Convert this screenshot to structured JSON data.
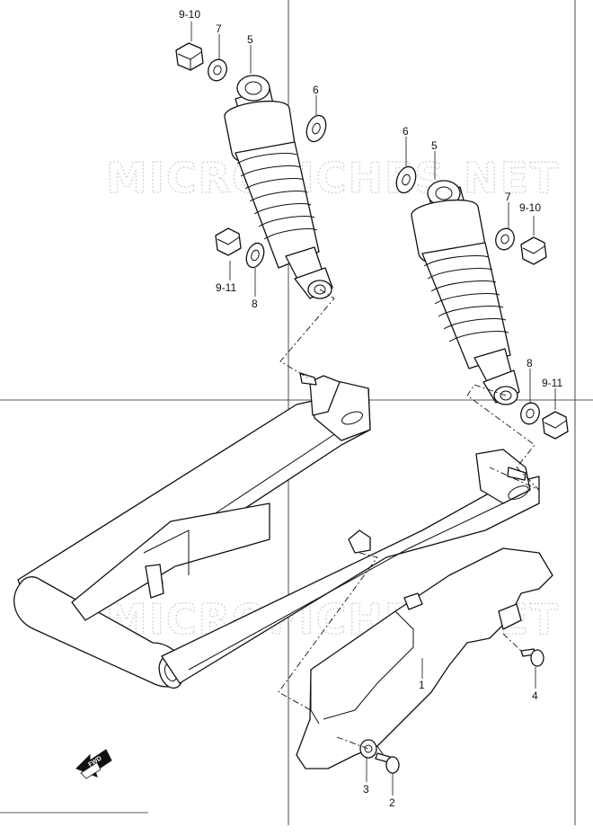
{
  "watermark": {
    "text": "MICROFICHES.NET",
    "color": "#cfcfcf"
  },
  "fwd_label": "FWD",
  "callouts": {
    "nut_top_left": "9-10",
    "washer7_left": "7",
    "shock5_left": "5",
    "washer6_left": "6",
    "nut_bottom_left": "9-11",
    "washer8_left": "8",
    "washer6_right": "6",
    "shock5_right": "5",
    "washer7_right": "7",
    "nut_top_right": "9-10",
    "washer8_right": "8",
    "nut_bottom_right": "9-11",
    "chain_case": "1",
    "bolt4": "4",
    "washer3": "3",
    "bolt2": "2"
  },
  "colors": {
    "line": "#111111",
    "background": "#ffffff"
  }
}
